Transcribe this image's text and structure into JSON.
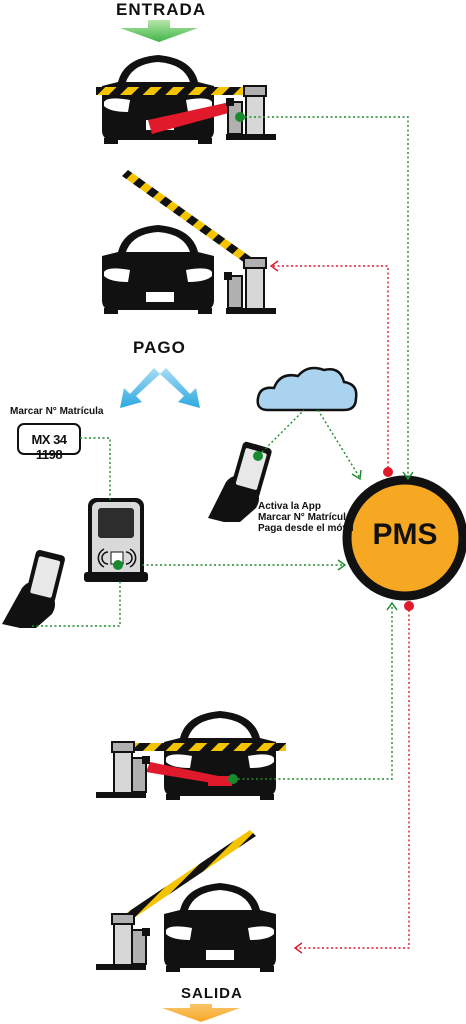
{
  "labels": {
    "entrada": "ENTRADA",
    "pago": "PAGO",
    "salida": "SALIDA",
    "marcar": "Marcar N° Matrícula",
    "plate": "MX 34 1198",
    "app_line1": "Activa la App",
    "app_line2": "Marcar N° Matrícula",
    "app_line3": "Paga desde el móvil",
    "pms": "PMS"
  },
  "colors": {
    "green_connector": "#1a8a2e",
    "red_connector": "#e0192b",
    "pms_fill": "#f7a823",
    "barrier_yellow": "#f5c400",
    "arrow_blue": "#2ea8e0",
    "arrow_entrada": "#5cc45a",
    "arrow_salida": "#f5a623"
  }
}
